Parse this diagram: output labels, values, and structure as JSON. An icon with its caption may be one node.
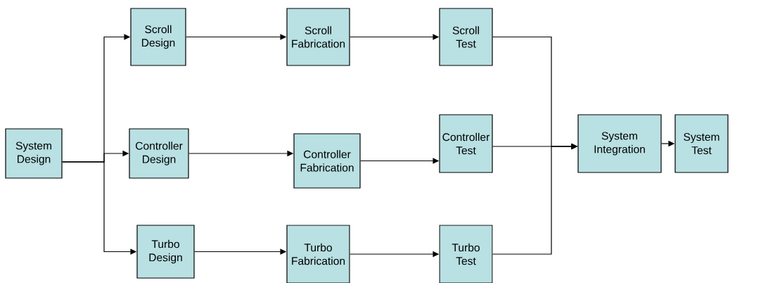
{
  "diagram": {
    "nodes": [
      {
        "text": [
          "System Design"
        ]
      },
      {
        "text": [
          "Scroll Design"
        ]
      },
      {
        "text": [
          "Scroll Fabrication"
        ]
      },
      {
        "text": [
          "Scroll Test"
        ]
      },
      {
        "text": [
          "Controller Design"
        ]
      },
      {
        "text": [
          "Controller Fabrication"
        ]
      },
      {
        "text": [
          "Controller Test"
        ]
      },
      {
        "text": [
          "Turbo Design"
        ]
      },
      {
        "text": [
          "Turbo Fabrication"
        ]
      },
      {
        "text": [
          "Turbo Test"
        ]
      },
      {
        "text": [
          "System Integration"
        ]
      },
      {
        "text": [
          "System Test"
        ]
      }
    ],
    "edges": [
      {
        "from": 0,
        "to": 1,
        "arrow": "to"
      },
      {
        "from": 0,
        "to": 4,
        "arrow": "to"
      },
      {
        "from": 0,
        "to": 7,
        "arrow": "to"
      },
      {
        "from": 1,
        "to": 2,
        "arrow": "to"
      },
      {
        "from": 2,
        "to": 3,
        "arrow": "to"
      },
      {
        "from": 4,
        "to": 5,
        "arrow": "to"
      },
      {
        "from": 5,
        "to": 6,
        "arrow": "to"
      },
      {
        "from": 7,
        "to": 8,
        "arrow": "to"
      },
      {
        "from": 8,
        "to": 9,
        "arrow": "to"
      },
      {
        "from": 3,
        "to": 10,
        "arrow": "to"
      },
      {
        "from": 6,
        "to": 10,
        "arrow": "to"
      },
      {
        "from": 9,
        "to": 10,
        "arrow": "to"
      },
      {
        "from": 10,
        "to": 11,
        "arrow": "to"
      }
    ]
  }
}
